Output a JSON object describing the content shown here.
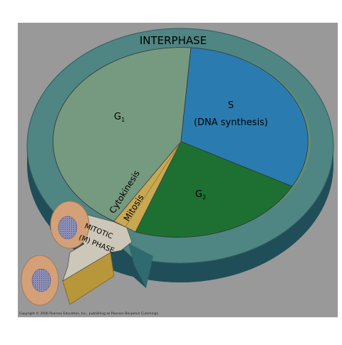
{
  "figure": {
    "ring_label": "INTERPHASE",
    "g1": {
      "main": "G",
      "sub": "1"
    },
    "s": {
      "line1": "S",
      "line2": "(DNA synthesis)"
    },
    "g2": {
      "main": "G",
      "sub": "2"
    },
    "cytokinesis": "Cytokinesis",
    "mitosis": "Mitosis",
    "mitotic_line1": "MITOTIC",
    "mitotic_line2": "(M) PHASE",
    "copyright": "Copyright © 2006 Pearson Education, Inc., publishing as Pearson Benjamin Cummings."
  },
  "colors": {
    "background_panel": "#999999",
    "ring_top": "#4f8582",
    "ring_side": "#1f4e58",
    "g1": "#759a7f",
    "s": "#2a7cb0",
    "g2": "#1d7031",
    "m_wedge": "#c8a850",
    "arrow_face": "#ccc7b8",
    "arrow_side": "#b8963a",
    "cell": "#d4a078",
    "nucleus": "#8e90b8"
  }
}
